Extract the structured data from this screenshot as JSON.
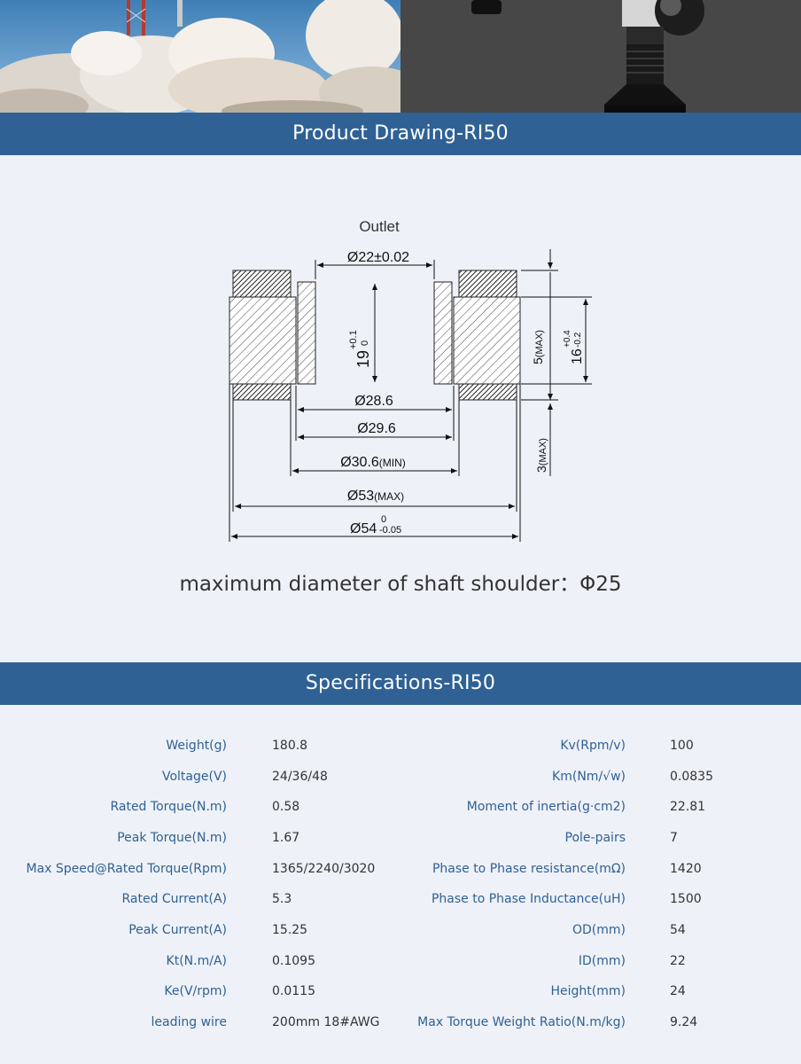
{
  "hero": {
    "left_image": "rocket-launch-photo",
    "right_image": "robot-arm-photo"
  },
  "drawing_section": {
    "title": "Product Drawing-RI50"
  },
  "drawing": {
    "outlet_label": "Outlet",
    "dim_inner_top": "Ø22±0.02",
    "dim_height_main": "19",
    "dim_height_tol_upper": "+0.1",
    "dim_height_tol_lower": "0",
    "dim_286": "Ø28.6",
    "dim_296": "Ø29.6",
    "dim_306": "Ø30.6",
    "dim_306_note": "(MIN)",
    "dim_53": "Ø53",
    "dim_53_note": "(MAX)",
    "dim_54": "Ø54",
    "dim_54_tol_upper": "0",
    "dim_54_tol_lower": "-0.05",
    "dim_5": "5",
    "dim_5_note": "(MAX)",
    "dim_16": "16",
    "dim_16_tol_upper": "+0.4",
    "dim_16_tol_lower": "-0.2",
    "dim_3": "3",
    "dim_3_note": "(MAX)"
  },
  "caption": "maximum diameter of shaft shoulder：Φ25",
  "spec_section": {
    "title": "Specifications-RI50"
  },
  "specs": [
    {
      "label_left": "Weight(g)",
      "value_left": "180.8",
      "label_right": "Kv(Rpm/v)",
      "value_right": "100"
    },
    {
      "label_left": "Voltage(V)",
      "value_left": "24/36/48",
      "label_right": "Km(Nm/√w)",
      "value_right": "0.0835"
    },
    {
      "label_left": "Rated Torque(N.m)",
      "value_left": "0.58",
      "label_right": "Moment of inertia(g·cm2)",
      "value_right": "22.81"
    },
    {
      "label_left": "Peak Torque(N.m)",
      "value_left": "1.67",
      "label_right": "Pole-pairs",
      "value_right": "7"
    },
    {
      "label_left": "Max Speed@Rated Torque(Rpm)",
      "value_left": "1365/2240/3020",
      "label_right": "Phase to Phase resistance(mΩ)",
      "value_right": "1420"
    },
    {
      "label_left": "Rated Current(A)",
      "value_left": "5.3",
      "label_right": "Phase to Phase Inductance(uH)",
      "value_right": "1500"
    },
    {
      "label_left": "Peak Current(A)",
      "value_left": "15.25",
      "label_right": "OD(mm)",
      "value_right": "54"
    },
    {
      "label_left": "Kt(N.m/A)",
      "value_left": "0.1095",
      "label_right": "ID(mm)",
      "value_right": "22"
    },
    {
      "label_left": "Ke(V/rpm)",
      "value_left": "0.0115",
      "label_right": "Height(mm)",
      "value_right": "24"
    },
    {
      "label_left": "leading wire",
      "value_left": "200mm 18#AWG",
      "label_right": "Max Torque Weight Ratio(N.m/kg)",
      "value_right": "9.24"
    }
  ]
}
